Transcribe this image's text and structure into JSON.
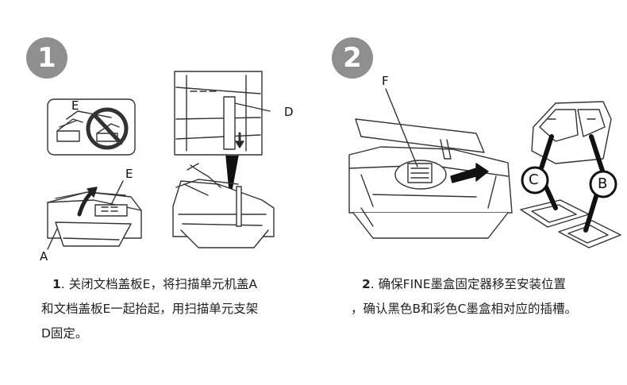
{
  "steps": [
    {
      "badge": "1",
      "labels": {
        "e_top": "E",
        "e_mid": "E",
        "a": "A",
        "d": "D"
      },
      "caption": {
        "number": "1",
        "dot": ".",
        "line1": "关闭文档盖板E，将扫描单元机盖A",
        "line2": "和文档盖板E一起抬起，用扫描单元支架",
        "line3": "D固定。"
      }
    },
    {
      "badge": "2",
      "labels": {
        "f": "F",
        "c": "C",
        "b": "B"
      },
      "caption": {
        "number": "2",
        "dot": ".",
        "line1": "确保FINE墨盒固定器移至安装位置",
        "line2": "，确认黑色B和彩色C墨盒相对应的插槽。"
      }
    }
  ],
  "colors": {
    "badge_bg": "#8f8f8f",
    "text": "#222222",
    "line_art": "#333333"
  }
}
